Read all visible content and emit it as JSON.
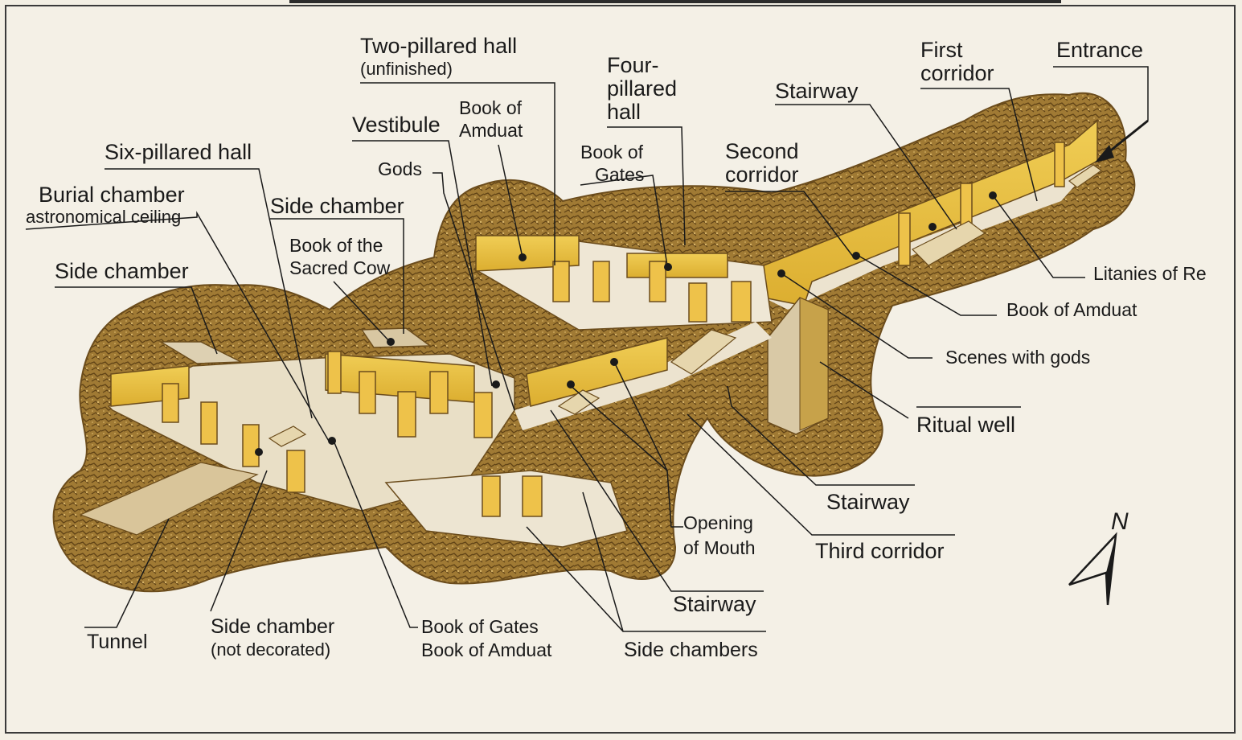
{
  "colors": {
    "background": "#f4f0e6",
    "rock": "#9a7530",
    "rock_dark": "#6b4c1c",
    "wall": "#e8bd3e",
    "wall_light": "#f2d470",
    "floor": "#e9dfc8",
    "line": "#1a1a1a"
  },
  "compass": {
    "letter": "N"
  },
  "labels": {
    "two_pillared_hall": "Two-pillared hall",
    "two_pillared_hall_note": "(unfinished)",
    "four_pillared_1": "Four-",
    "four_pillared_2": "pillared",
    "four_pillared_3": "hall",
    "stairway_top": "Stairway",
    "first_corridor_1": "First",
    "first_corridor_2": "corridor",
    "entrance": "Entrance",
    "vestibule": "Vestibule",
    "book_amduat_top_1": "Book of",
    "book_amduat_top_2": "Amduat",
    "six_pillared_hall": "Six-pillared hall",
    "gods": "Gods",
    "book_gates_top_1": "Book of",
    "book_gates_top_2": "Gates",
    "second_corridor_1": "Second",
    "second_corridor_2": "corridor",
    "burial_chamber": "Burial chamber",
    "burial_chamber_note": "astronomical ceiling",
    "side_chamber_mid": "Side chamber",
    "sacred_cow_1": "Book of the",
    "sacred_cow_2": "Sacred Cow",
    "side_chamber_left": "Side chamber",
    "litanies_of_re": "Litanies of Re",
    "book_amduat_right": "Book of Amduat",
    "scenes_with_gods": "Scenes with gods",
    "ritual_well": "Ritual well",
    "stairway_right": "Stairway",
    "opening_of_mouth_1": "Opening",
    "opening_of_mouth_2": "of Mouth",
    "third_corridor": "Third corridor",
    "stairway_bottom": "Stairway",
    "tunnel": "Tunnel",
    "side_chamber_nd_1": "Side chamber",
    "side_chamber_nd_2": "(not decorated)",
    "book_gates_bottom": "Book of Gates",
    "book_amduat_bottom": "Book of Amduat",
    "side_chambers": "Side chambers"
  }
}
